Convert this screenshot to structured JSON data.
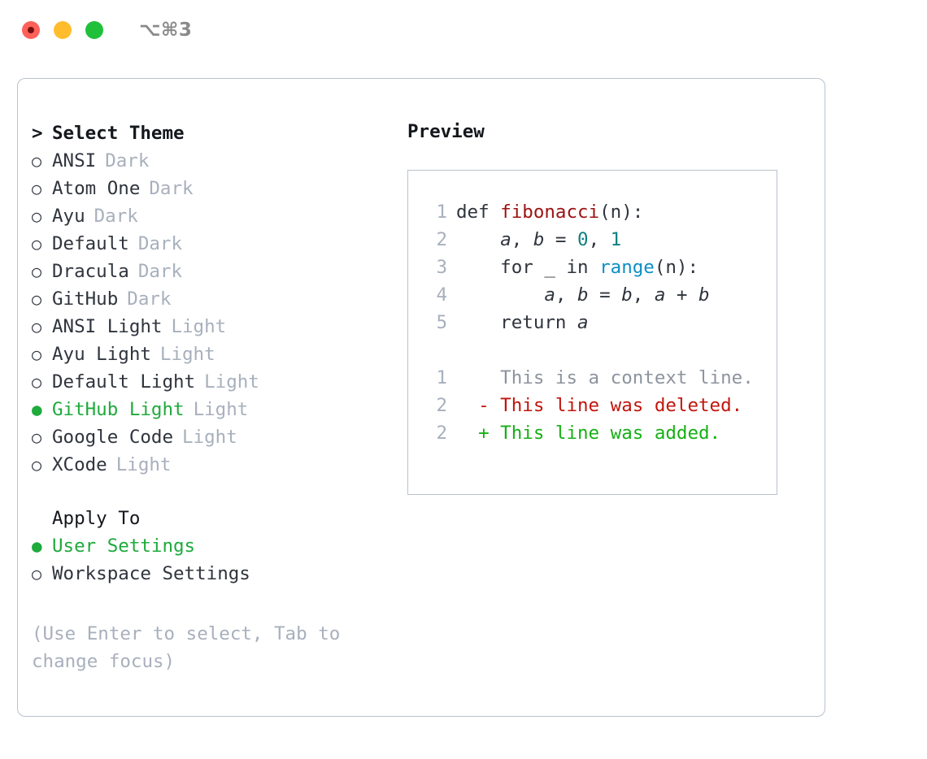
{
  "window": {
    "shortcut": "⌥⌘3",
    "traffic_lights": [
      "close",
      "minimize",
      "maximize"
    ],
    "accent_green": "#1faa3c",
    "border_color": "#b9c2cd",
    "muted_color": "#a8b0bd"
  },
  "theme_picker": {
    "prompt_marker": ">",
    "title": "Select Theme",
    "bullet_unselected": "○",
    "bullet_selected": "●",
    "items": [
      {
        "name": "ANSI",
        "category": "Dark",
        "selected": false
      },
      {
        "name": "Atom One",
        "category": "Dark",
        "selected": false
      },
      {
        "name": "Ayu",
        "category": "Dark",
        "selected": false
      },
      {
        "name": "Default",
        "category": "Dark",
        "selected": false
      },
      {
        "name": "Dracula",
        "category": "Dark",
        "selected": false
      },
      {
        "name": "GitHub",
        "category": "Dark",
        "selected": false
      },
      {
        "name": "ANSI Light",
        "category": "Light",
        "selected": false
      },
      {
        "name": "Ayu Light",
        "category": "Light",
        "selected": false
      },
      {
        "name": "Default Light",
        "category": "Light",
        "selected": false
      },
      {
        "name": "GitHub Light",
        "category": "Light",
        "selected": true
      },
      {
        "name": "Google Code",
        "category": "Light",
        "selected": false
      },
      {
        "name": "XCode",
        "category": "Light",
        "selected": false
      }
    ]
  },
  "apply_to": {
    "title": "Apply To",
    "options": [
      {
        "name": "User Settings",
        "selected": true
      },
      {
        "name": "Workspace Settings",
        "selected": false
      }
    ]
  },
  "hint": "(Use Enter to select, Tab to change focus)",
  "preview": {
    "title": "Preview",
    "code_lines": [
      {
        "no": "1",
        "tokens": [
          {
            "t": "def ",
            "c": "plain"
          },
          {
            "t": "fibonacci",
            "c": "fn"
          },
          {
            "t": "(n):",
            "c": "plain"
          }
        ]
      },
      {
        "no": "2",
        "tokens": [
          {
            "t": "    ",
            "c": "plain"
          },
          {
            "t": "a",
            "c": "var"
          },
          {
            "t": ", ",
            "c": "plain"
          },
          {
            "t": "b",
            "c": "var"
          },
          {
            "t": " = ",
            "c": "plain"
          },
          {
            "t": "0",
            "c": "num"
          },
          {
            "t": ", ",
            "c": "plain"
          },
          {
            "t": "1",
            "c": "num"
          }
        ]
      },
      {
        "no": "3",
        "tokens": [
          {
            "t": "    for _ in ",
            "c": "plain"
          },
          {
            "t": "range",
            "c": "blue"
          },
          {
            "t": "(n):",
            "c": "plain"
          }
        ]
      },
      {
        "no": "4",
        "tokens": [
          {
            "t": "        ",
            "c": "plain"
          },
          {
            "t": "a",
            "c": "var"
          },
          {
            "t": ", ",
            "c": "plain"
          },
          {
            "t": "b",
            "c": "var"
          },
          {
            "t": " = ",
            "c": "plain"
          },
          {
            "t": "b",
            "c": "var"
          },
          {
            "t": ", ",
            "c": "plain"
          },
          {
            "t": "a",
            "c": "var"
          },
          {
            "t": " + ",
            "c": "plain"
          },
          {
            "t": "b",
            "c": "var"
          }
        ]
      },
      {
        "no": "5",
        "tokens": [
          {
            "t": "    return ",
            "c": "plain"
          },
          {
            "t": "a",
            "c": "var"
          }
        ]
      }
    ],
    "diff_lines": [
      {
        "no": "1",
        "marker": " ",
        "text": "This is a context line.",
        "kind": "ctx"
      },
      {
        "no": "2",
        "marker": "-",
        "text": "This line was deleted.",
        "kind": "del"
      },
      {
        "no": "2",
        "marker": "+",
        "text": "This line was added.",
        "kind": "add"
      }
    ]
  }
}
